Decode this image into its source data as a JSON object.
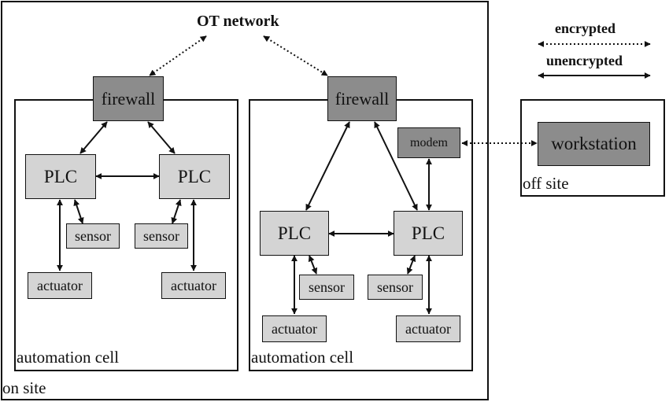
{
  "title": "OT network",
  "legend": {
    "encrypted_label": "encrypted",
    "unencrypted_label": "unencrypted"
  },
  "on_site": {
    "label": "on site",
    "cells": [
      {
        "label": "automation cell",
        "firewall": "firewall",
        "plc_left": "PLC",
        "plc_right": "PLC",
        "sensor_left": "sensor",
        "sensor_right": "sensor",
        "actuator_left": "actuator",
        "actuator_right": "actuator"
      },
      {
        "label": "automation cell",
        "firewall": "firewall",
        "modem": "modem",
        "plc_left": "PLC",
        "plc_right": "PLC",
        "sensor_left": "sensor",
        "sensor_right": "sensor",
        "actuator_left": "actuator",
        "actuator_right": "actuator"
      }
    ]
  },
  "off_site": {
    "label": "off site",
    "workstation": "workstation"
  },
  "colors": {
    "component_fill": "#d4d4d4",
    "security_device_fill": "#8c8c8c",
    "line": "#111111"
  }
}
